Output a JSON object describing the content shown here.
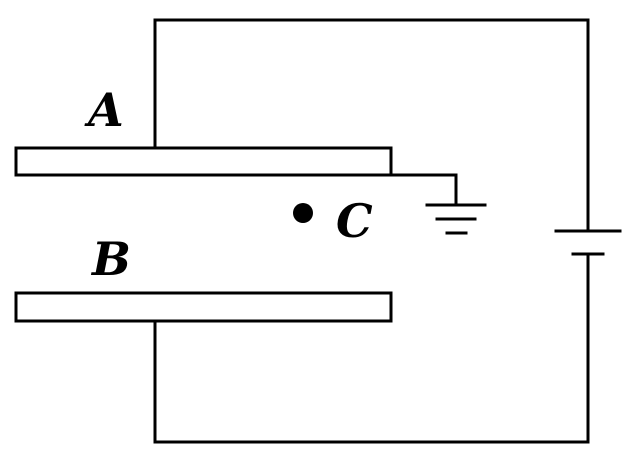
{
  "diagram": {
    "labels": {
      "plate_a": "A",
      "plate_b": "B",
      "point_c": "C"
    },
    "colors": {
      "line": "#000000",
      "background": "#ffffff"
    },
    "icons": {
      "ground": "ground-icon",
      "battery": "battery-icon",
      "point": "point-dot-icon"
    }
  }
}
